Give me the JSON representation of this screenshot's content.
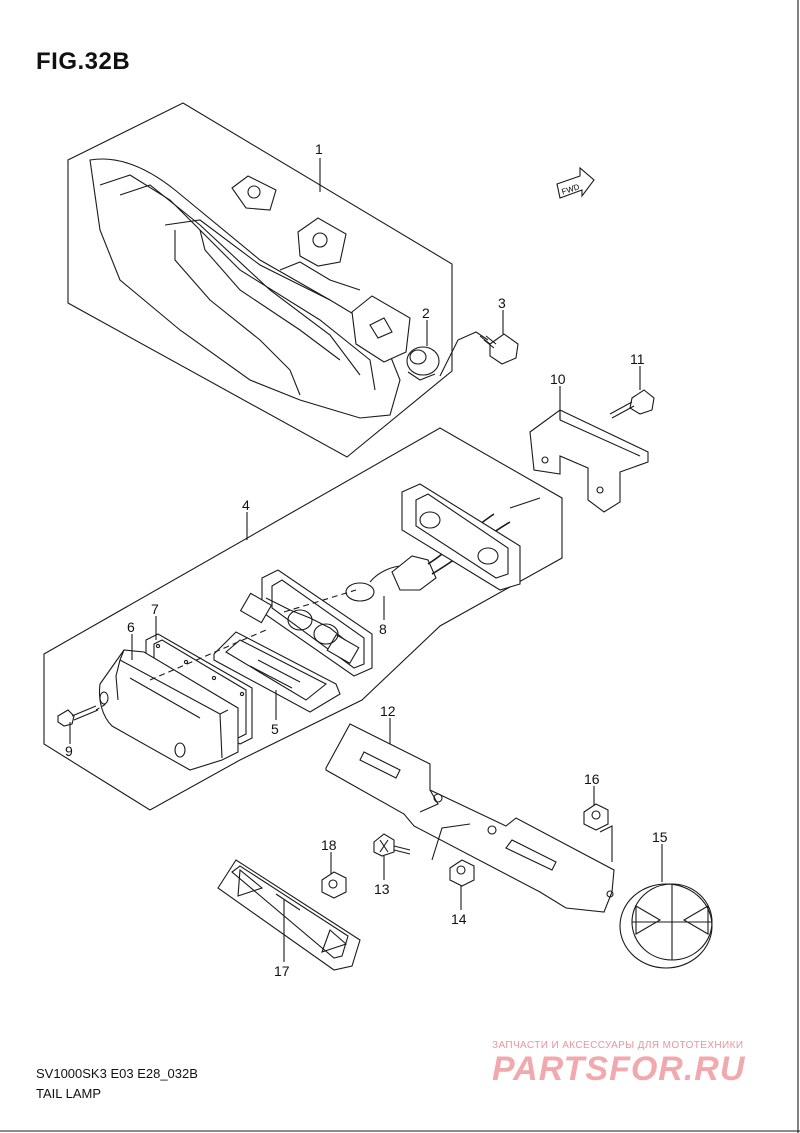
{
  "figure": {
    "title": "FIG.32B",
    "code": "SV1000SK3 E03 E28_032B",
    "name": "TAIL LAMP"
  },
  "fwd_label": "FWD",
  "callouts": [
    "1",
    "2",
    "3",
    "4",
    "5",
    "6",
    "7",
    "8",
    "9",
    "10",
    "11",
    "12",
    "13",
    "14",
    "15",
    "16",
    "17",
    "18"
  ],
  "watermark": {
    "top_text": "ЗАПЧАСТИ И АКСЕССУАРЫ ДЛЯ МОТОТЕХНИКИ",
    "logo_text": "PARTSFOR.RU"
  },
  "colors": {
    "line": "#1a1a1a",
    "watermark": "#f1a9ad",
    "background": "#ffffff"
  }
}
